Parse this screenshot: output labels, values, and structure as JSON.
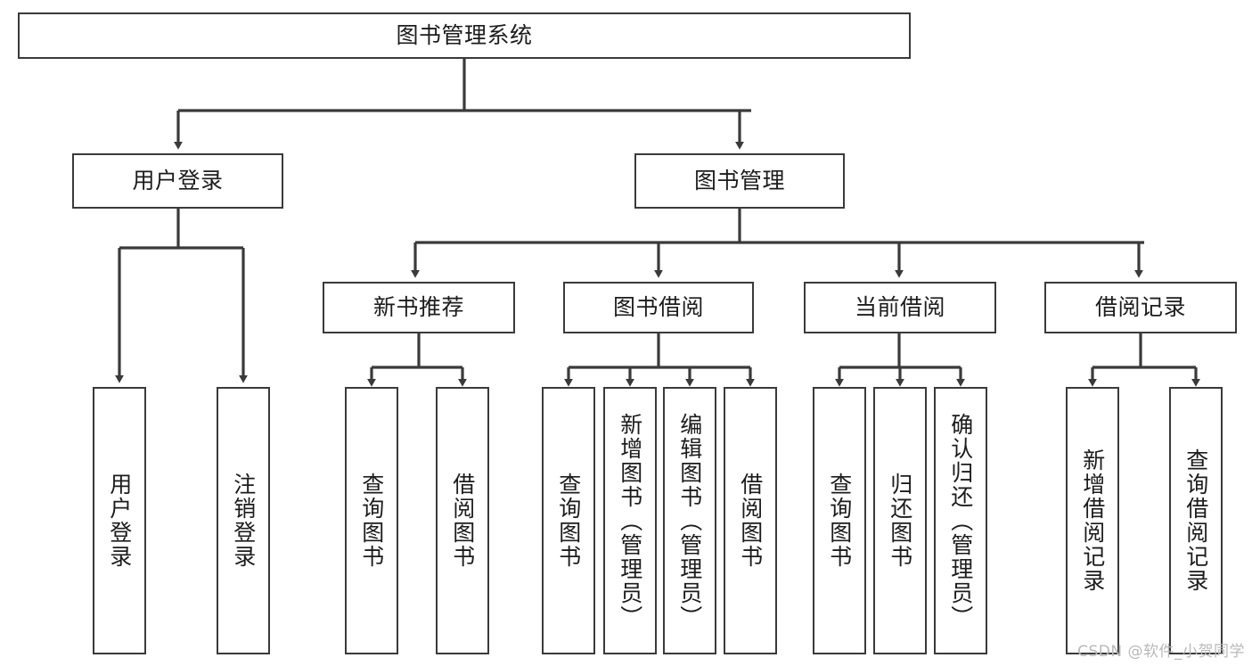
{
  "diagram": {
    "type": "tree-hierarchy-chart",
    "title": "图书管理系统",
    "orientation": "top-down",
    "colors": {
      "box_border": "#3a3a3a",
      "box_fill": "#ffffff",
      "edge": "#3a3a3a",
      "text": "#1c1c1c",
      "watermark": "#b9b9b9",
      "background": "#ffffff"
    },
    "nodes": {
      "root": {
        "label": "图书管理系统",
        "level": 1
      },
      "level2": [
        {
          "id": "user-login",
          "label": "用户登录"
        },
        {
          "id": "book-manage",
          "label": "图书管理"
        }
      ],
      "level3": [
        {
          "id": "new-book-recommend",
          "label": "新书推荐",
          "parent": "book-manage"
        },
        {
          "id": "book-borrow",
          "label": "图书借阅",
          "parent": "book-manage"
        },
        {
          "id": "current-borrow",
          "label": "当前借阅",
          "parent": "book-manage"
        },
        {
          "id": "borrow-record",
          "label": "借阅记录",
          "parent": "book-manage"
        }
      ],
      "leaves": {
        "user-login": [
          {
            "id": "leaf-user-login",
            "label": "用户登录"
          },
          {
            "id": "leaf-user-logout",
            "label": "注销登录"
          }
        ],
        "new-book-recommend": [
          {
            "id": "leaf-query-book-1",
            "label": "查询图书"
          },
          {
            "id": "leaf-borrow-book-1",
            "label": "借阅图书"
          }
        ],
        "book-borrow": [
          {
            "id": "leaf-query-book-2",
            "label": "查询图书"
          },
          {
            "id": "leaf-add-book",
            "label": "新增图书（管理员）"
          },
          {
            "id": "leaf-edit-book",
            "label": "编辑图书（管理员）"
          },
          {
            "id": "leaf-borrow-book-2",
            "label": "借阅图书"
          }
        ],
        "current-borrow": [
          {
            "id": "leaf-query-book-3",
            "label": "查询图书"
          },
          {
            "id": "leaf-return-book",
            "label": "归还图书"
          },
          {
            "id": "leaf-confirm-return",
            "label": "确认归还（管理员）"
          }
        ],
        "borrow-record": [
          {
            "id": "leaf-add-record",
            "label": "新增借阅记录"
          },
          {
            "id": "leaf-query-record",
            "label": "查询借阅记录"
          }
        ]
      }
    },
    "watermark": "CSDN @软件_小贺同学"
  }
}
